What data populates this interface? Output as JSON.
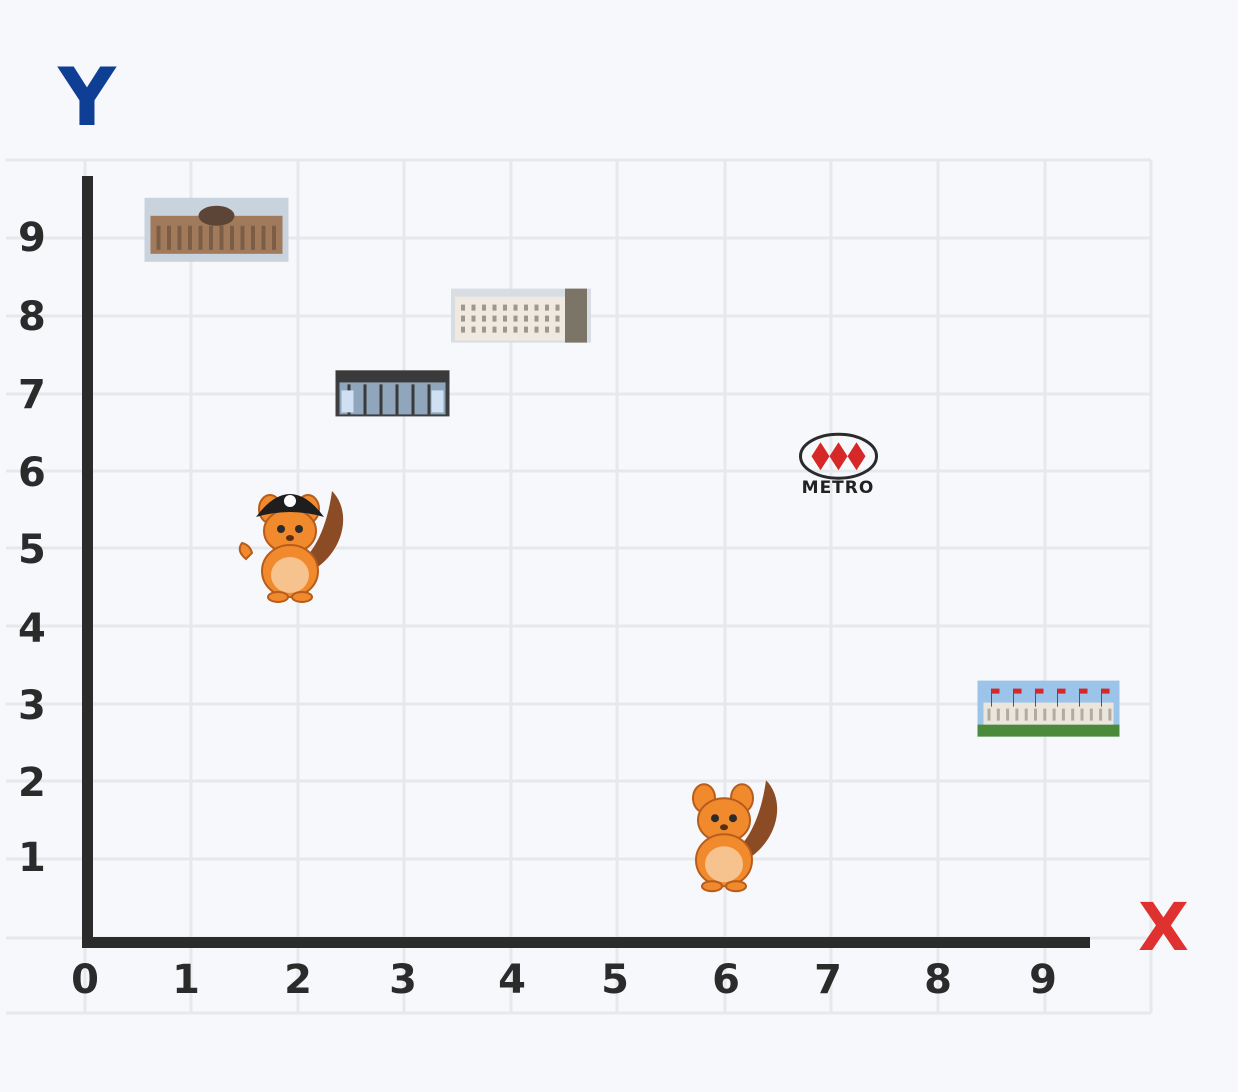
{
  "axes": {
    "x_label": "X",
    "y_label": "Y",
    "x_ticks": [
      "0",
      "1",
      "2",
      "3",
      "4",
      "5",
      "6",
      "7",
      "8",
      "9"
    ],
    "y_ticks": [
      "1",
      "2",
      "3",
      "4",
      "5",
      "6",
      "7",
      "8",
      "9"
    ]
  },
  "colors": {
    "y_label": "#0f3f95",
    "x_label": "#e03131",
    "grid": "#e6e8ec",
    "axis": "#2b2b2b",
    "background": "#f7f8fb"
  },
  "items": [
    {
      "name": "pirate-chinchilla",
      "kind": "character",
      "x": 2,
      "y": 5
    },
    {
      "name": "chinchilla",
      "kind": "character",
      "x": 6,
      "y": 1
    },
    {
      "name": "museum-building",
      "kind": "photo",
      "x": 1,
      "y": 9
    },
    {
      "name": "colonial-building",
      "kind": "photo",
      "x": 4,
      "y": 8
    },
    {
      "name": "sii-office",
      "kind": "photo",
      "x": 3,
      "y": 7
    },
    {
      "name": "metro-logo",
      "kind": "logo",
      "x": 7,
      "y": 6,
      "label": "METRO"
    },
    {
      "name": "la-moneda-palace",
      "kind": "photo",
      "x": 9,
      "y": 3
    }
  ]
}
